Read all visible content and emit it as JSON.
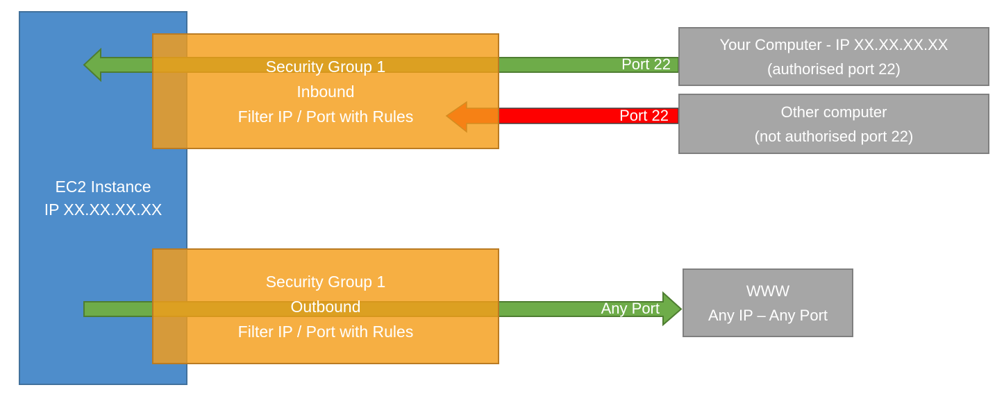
{
  "ec2_instance": {
    "name": "EC2 Instance",
    "ip": "IP XX.XX.XX.XX"
  },
  "security_group_inbound": {
    "title": "Security Group 1",
    "direction": "Inbound",
    "rule": "Filter IP / Port with Rules"
  },
  "security_group_outbound": {
    "title": "Security Group 1",
    "direction": "Outbound",
    "rule": "Filter IP / Port with Rules"
  },
  "your_computer": {
    "line1": "Your Computer - IP XX.XX.XX.XX",
    "line2": "(authorised port 22)"
  },
  "other_computer": {
    "line1": "Other computer",
    "line2": "(not authorised port 22)"
  },
  "www": {
    "line1": "WWW",
    "line2": "Any IP – Any Port"
  },
  "arrows": {
    "inbound_allowed": {
      "label": "Port 22",
      "status": "allowed"
    },
    "inbound_blocked": {
      "label": "Port 22",
      "status": "blocked"
    },
    "outbound_allowed": {
      "label": "Any Port",
      "status": "allowed"
    }
  },
  "colors": {
    "instance_blue": "#4E8DCB",
    "instance_blue_border": "#41719C",
    "security_group_orange": "rgba(244,158,26,0.82)",
    "security_group_orange_border": "#BA7B23",
    "endpoint_gray": "#A6A6A6",
    "endpoint_gray_border": "#7F7F7F",
    "allowed_green": "#6EAC49",
    "allowed_green_border": "#4E7D31",
    "blocked_red": "#FE0000",
    "blocked_red_border": "#404040",
    "text_white": "#FFFFFF"
  }
}
